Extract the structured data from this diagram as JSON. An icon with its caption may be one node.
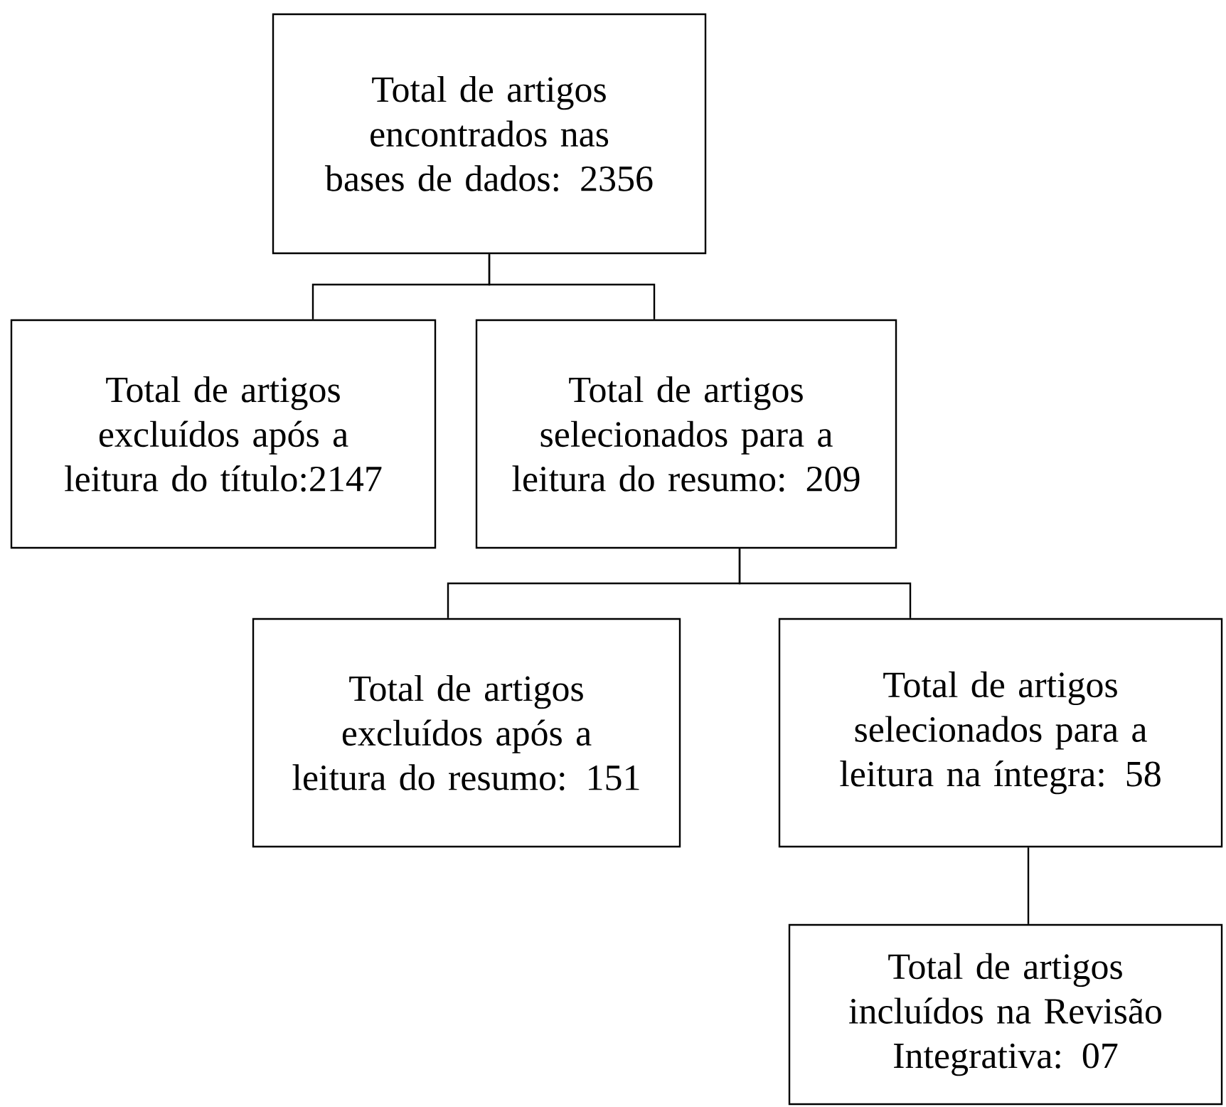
{
  "diagram": {
    "nodes": [
      {
        "text": [
          "Total de artigos encontrados nas bases de dados: 2356"
        ]
      },
      {
        "text": [
          "Total de artigos excluídos após a leitura do título:2147"
        ]
      },
      {
        "text": [
          "Total de artigos selecionados para a leitura do resumo: 209"
        ]
      },
      {
        "text": [
          "Total de artigos excluídos após a leitura do resumo: 151"
        ]
      },
      {
        "text": [
          "Total de artigos selecionados para a leitura na íntegra: 58"
        ]
      },
      {
        "text": [
          "Total de artigos incluídos na Revisão Integrativa: 07"
        ]
      }
    ],
    "edges": [
      {
        "from": 0,
        "to": 1,
        "arrow": "none"
      },
      {
        "from": 0,
        "to": 2,
        "arrow": "none"
      },
      {
        "from": 2,
        "to": 3,
        "arrow": "none"
      },
      {
        "from": 2,
        "to": 4,
        "arrow": "none"
      },
      {
        "from": 4,
        "to": 5,
        "arrow": "none"
      }
    ]
  }
}
